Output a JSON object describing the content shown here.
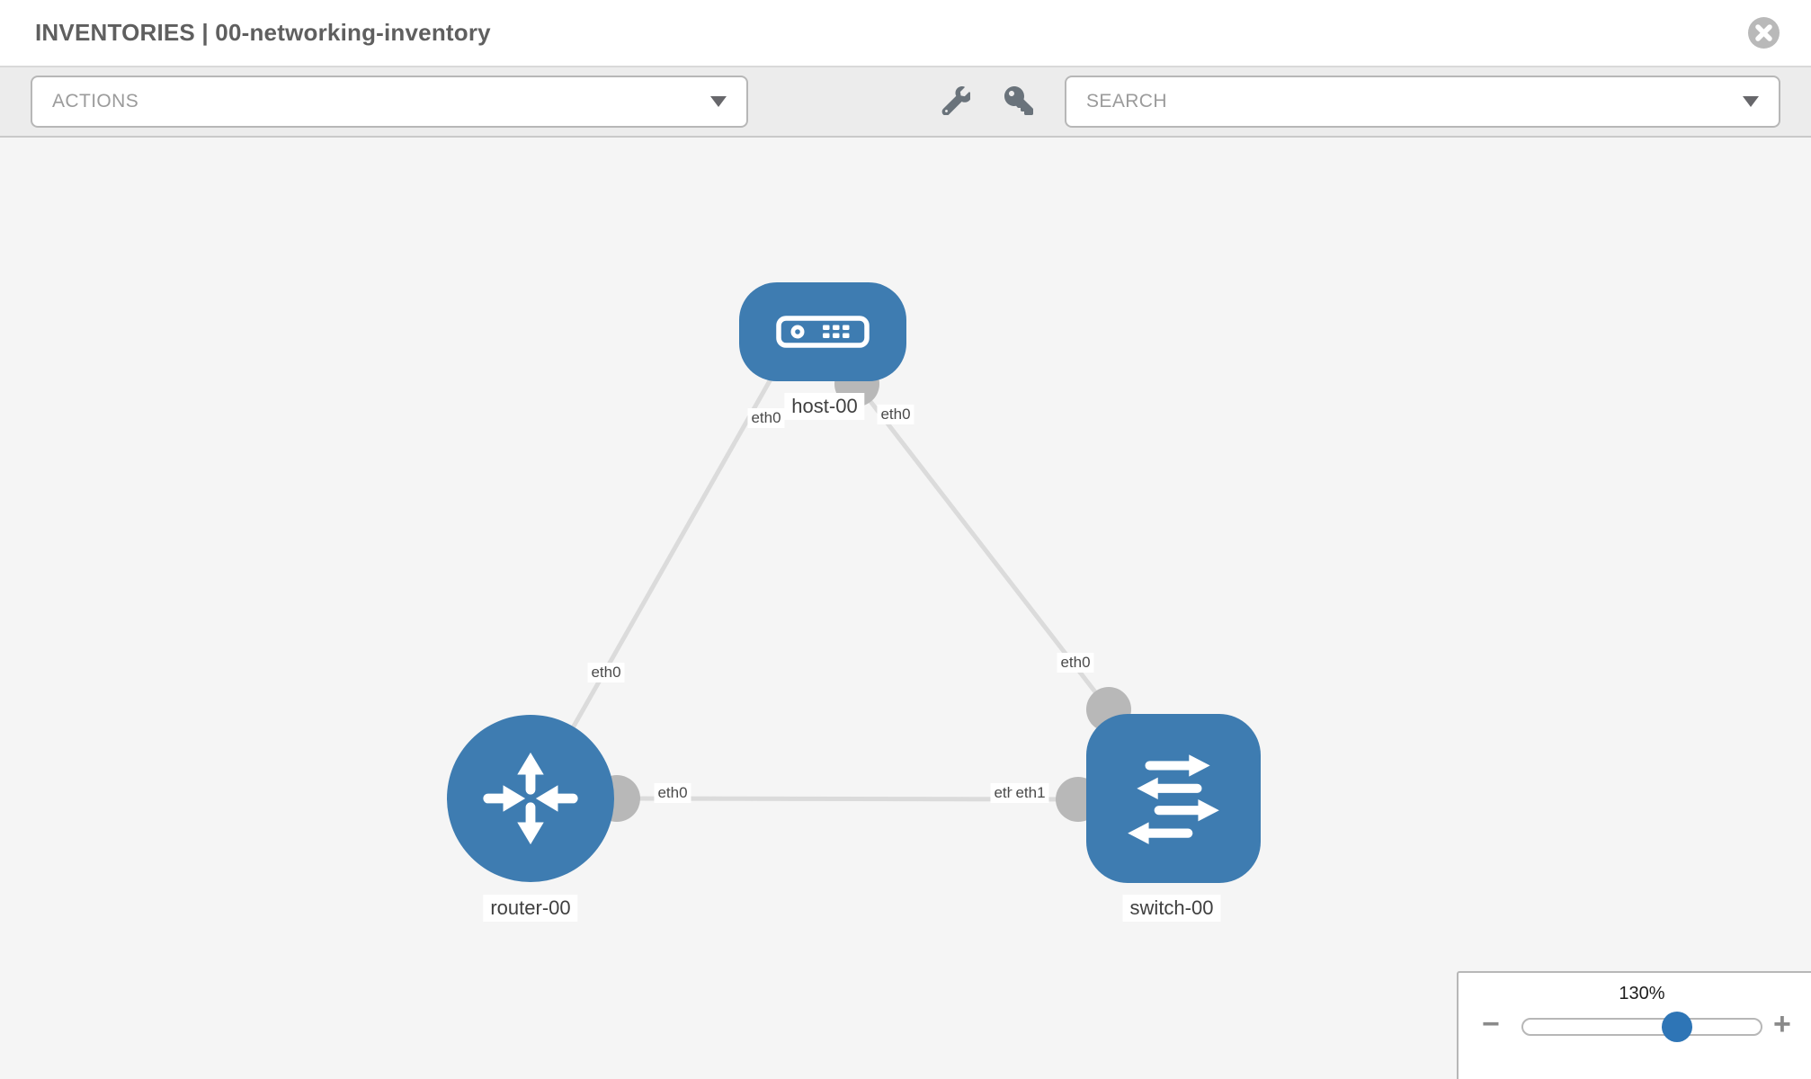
{
  "header": {
    "title": "INVENTORIES | 00-networking-inventory",
    "close_icon": "circle-x"
  },
  "toolbar": {
    "actions_placeholder": "ACTIONS",
    "search_placeholder": "SEARCH",
    "wrench_icon": "wrench",
    "key_icon": "key"
  },
  "topology": {
    "nodes": [
      {
        "id": "host-00",
        "type": "host",
        "label": "host-00"
      },
      {
        "id": "router-00",
        "type": "router",
        "label": "router-00"
      },
      {
        "id": "switch-00",
        "type": "switch",
        "label": "switch-00"
      }
    ],
    "links": [
      {
        "from": "host-00",
        "to": "router-00",
        "from_interface": "eth0",
        "to_interface": "eth0"
      },
      {
        "from": "host-00",
        "to": "switch-00",
        "from_interface": "eth0",
        "to_interface": "eth0"
      },
      {
        "from": "router-00",
        "to": "switch-00",
        "from_interface": "eth0",
        "to_interface": "eth1"
      }
    ]
  },
  "zoom_control": {
    "percent_label": "130%",
    "value": 130,
    "minus_label": "−",
    "plus_label": "+"
  },
  "colors": {
    "node_blue": "#3e7cb1",
    "slider_thumb_blue": "#2e75b6",
    "link_gray": "#dbdbdb",
    "endpoint_gray": "#b8b8b8",
    "canvas_bg": "#f5f5f5",
    "toolbar_bg": "#ececec"
  }
}
